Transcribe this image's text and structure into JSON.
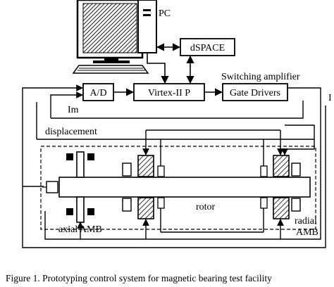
{
  "labels": {
    "pc": "PC",
    "dspace": "dSPACE",
    "switching_amplifier": "Switching amplifier",
    "ad": "A/D",
    "virtex": "Virtex-II P",
    "gate_drivers": "Gate Drivers",
    "im": "Im",
    "displacement": "displacement",
    "rotor": "rotor",
    "axial_amb": "axial AMB",
    "radial": "radial",
    "amb": "AMB",
    "cut_letter": "I"
  },
  "caption": "Figure 1.  Prototyping control system for magnetic bearing test facility"
}
